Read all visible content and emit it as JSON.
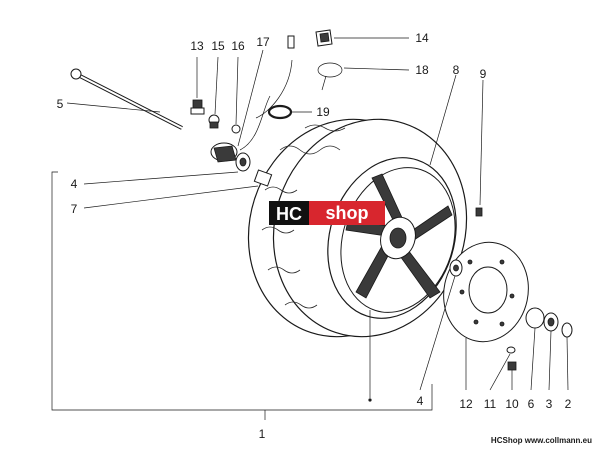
{
  "watermark": {
    "hc": "HC",
    "shop": "shop",
    "hc_bg": "#111111",
    "shop_bg": "#d8262e"
  },
  "footer": {
    "brand": "HCShop",
    "site": "www.collmann.eu"
  },
  "callouts": {
    "p1": "1",
    "p2": "2",
    "p3": "3",
    "p4a": "4",
    "p4b": "4",
    "p5": "5",
    "p6": "6",
    "p7": "7",
    "p8": "8",
    "p9": "9",
    "p10": "10",
    "p11": "11",
    "p12": "12",
    "p13": "13",
    "p14": "14",
    "p15": "15",
    "p16": "16",
    "p17": "17",
    "p18": "18",
    "p19": "19"
  }
}
